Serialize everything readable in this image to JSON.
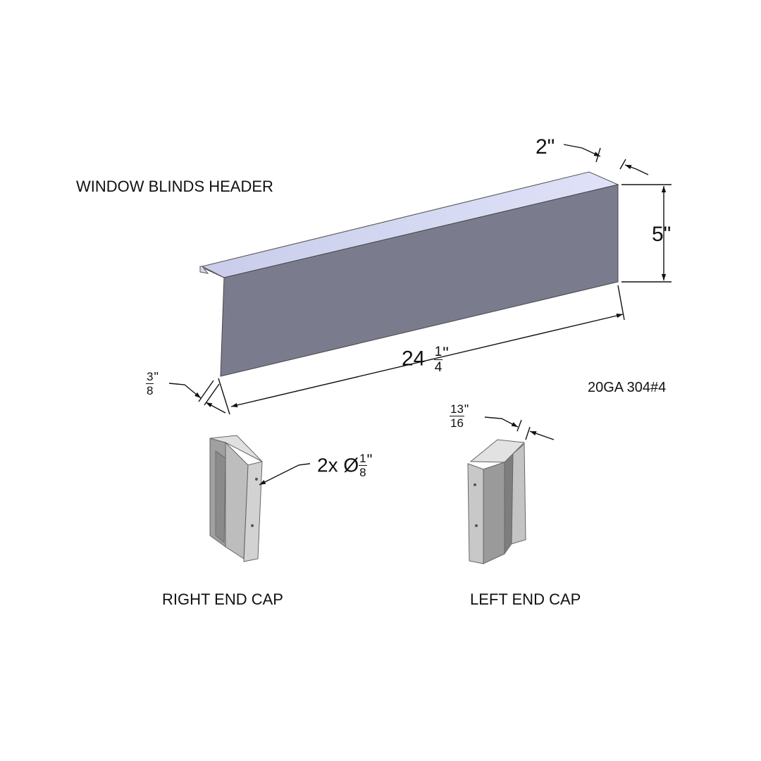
{
  "title": "WINDOW BLINDS HEADER",
  "material_spec": "20GA 304#4",
  "dimensions": {
    "flange_width": "2\"",
    "height": "5\"",
    "length_whole": "24",
    "length_frac_num": "1",
    "length_frac_den": "4",
    "lip_frac_num": "3",
    "lip_frac_den": "8",
    "cap_depth_frac_num": "13",
    "cap_depth_frac_den": "16",
    "hole_prefix": "2x Ø",
    "hole_frac_num": "1",
    "hole_frac_den": "8",
    "inch_mark": "\""
  },
  "captions": {
    "right_end_cap": "RIGHT END CAP",
    "left_end_cap": "LEFT END CAP"
  },
  "colors": {
    "face": "#7a7c8e",
    "top_flange": "#d2d6f0",
    "cap_dark": "#8e8e8e",
    "cap_mid": "#b4b4b4",
    "cap_light": "#d8d8d8",
    "line": "#111111"
  }
}
